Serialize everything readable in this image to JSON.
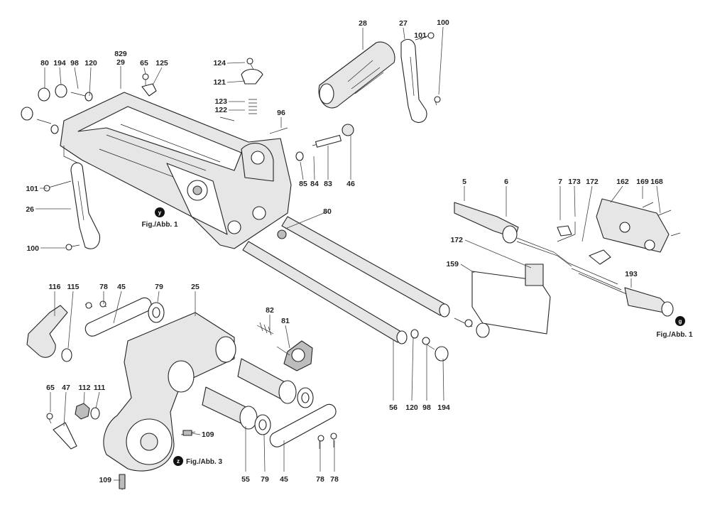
{
  "labels": [
    "28",
    "27",
    "101",
    "100",
    "80",
    "194",
    "98",
    "120",
    "829",
    "29",
    "65",
    "125",
    "124",
    "121",
    "123",
    "122",
    "96",
    "85",
    "84",
    "83",
    "46",
    "101",
    "26",
    "100",
    "5",
    "6",
    "7",
    "173",
    "172",
    "162",
    "169",
    "168",
    "172",
    "159",
    "193",
    "80",
    "116",
    "115",
    "78",
    "45",
    "79",
    "25",
    "82",
    "81",
    "65",
    "47",
    "112",
    "111",
    "109",
    "109",
    "55",
    "79",
    "45",
    "78",
    "78",
    "56",
    "120",
    "98",
    "194"
  ],
  "callouts": [
    {
      "badge": "y",
      "text": "Fig./Abb. 1"
    },
    {
      "badge": "g",
      "text": "Fig./Abb. 1"
    },
    {
      "badge": "z",
      "text": "Fig./Abb. 3"
    }
  ]
}
